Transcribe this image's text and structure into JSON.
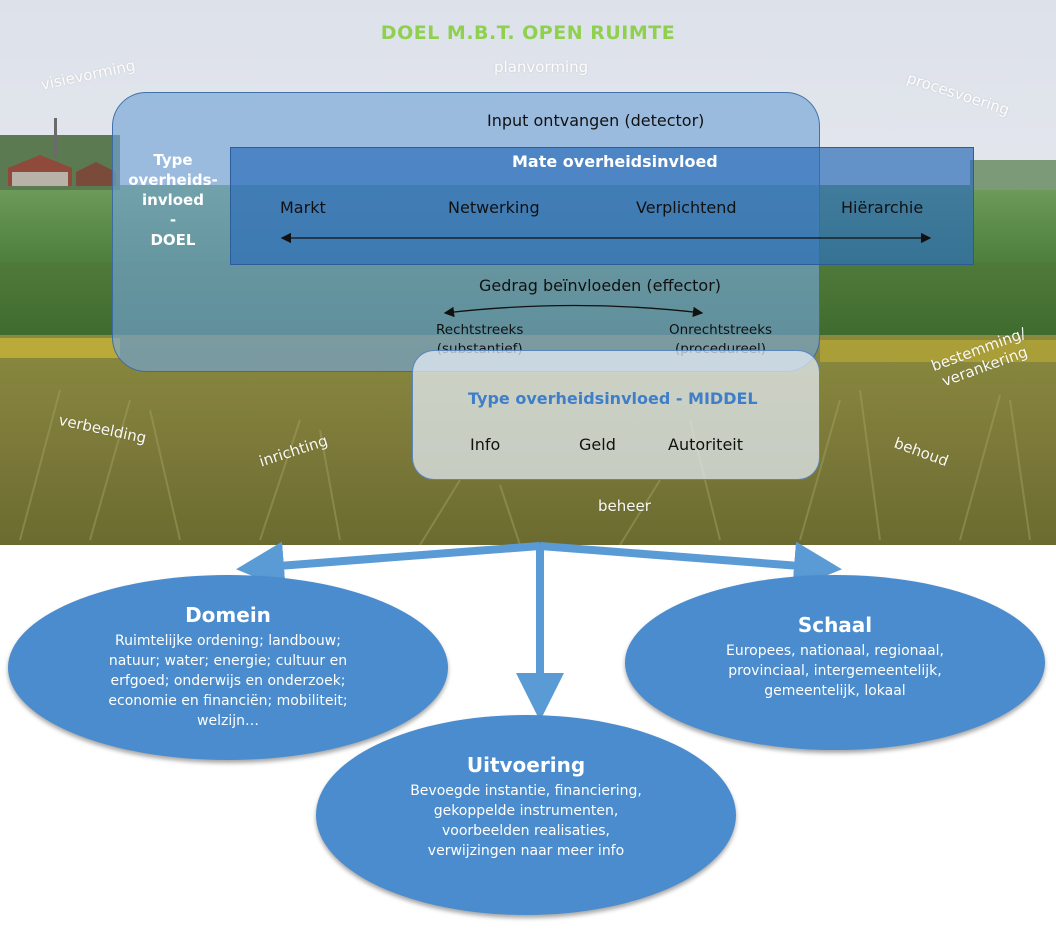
{
  "title": "DOEL M.B.T. OPEN RUIMTE",
  "activities": {
    "planvorming": "planvorming",
    "visievorming": "visievorming",
    "procesvoering": "procesvoering",
    "bestemming_1": "bestemming/",
    "bestemming_2": "verankering",
    "verbeelding": "verbeelding",
    "inrichting": "inrichting",
    "behoud": "behoud",
    "beheer": "beheer"
  },
  "goal_box": {
    "input": "Input ontvangen (detector)",
    "type_label": [
      "Type",
      "overheids-",
      "invloed",
      "-",
      "DOEL"
    ],
    "effector": "Gedrag beïnvloeden (effector)",
    "left_1": "Rechtstreeks",
    "left_2": "(substantief)",
    "right_1": "Onrechtstreeks",
    "right_2": "(procedureel)"
  },
  "mate_box": {
    "title": "Mate overheidsinvloed",
    "items": [
      "Markt",
      "Netwerking",
      "Verplichtend",
      "Hiërarchie"
    ]
  },
  "middel_box": {
    "title": "Type overheidsinvloed - MIDDEL",
    "items": [
      "Info",
      "Geld",
      "Autoriteit"
    ]
  },
  "ellipses": {
    "domein": {
      "title": "Domein",
      "lines": [
        "Ruimtelijke ordening; landbouw;",
        "natuur; water; energie; cultuur en",
        "erfgoed; onderwijs en onderzoek;",
        "economie en financiën; mobiliteit;",
        "welzijn…"
      ]
    },
    "schaal": {
      "title": "Schaal",
      "lines": [
        "Europees, nationaal, regionaal,",
        "provinciaal, intergemeentelijk,",
        "gemeentelijk, lokaal"
      ]
    },
    "uitvoering": {
      "title": "Uitvoering",
      "lines": [
        "Bevoegde instantie, financiering,",
        "gekoppelde instrumenten,",
        "voorbeelden realisaties,",
        "verwijzingen naar meer info"
      ]
    }
  },
  "colors": {
    "title_green": "#8fd14f",
    "ellipse_blue": "#4a8ccd",
    "arrow_blue": "#5b9bd5",
    "middel_title_blue": "#3f7ec8"
  }
}
